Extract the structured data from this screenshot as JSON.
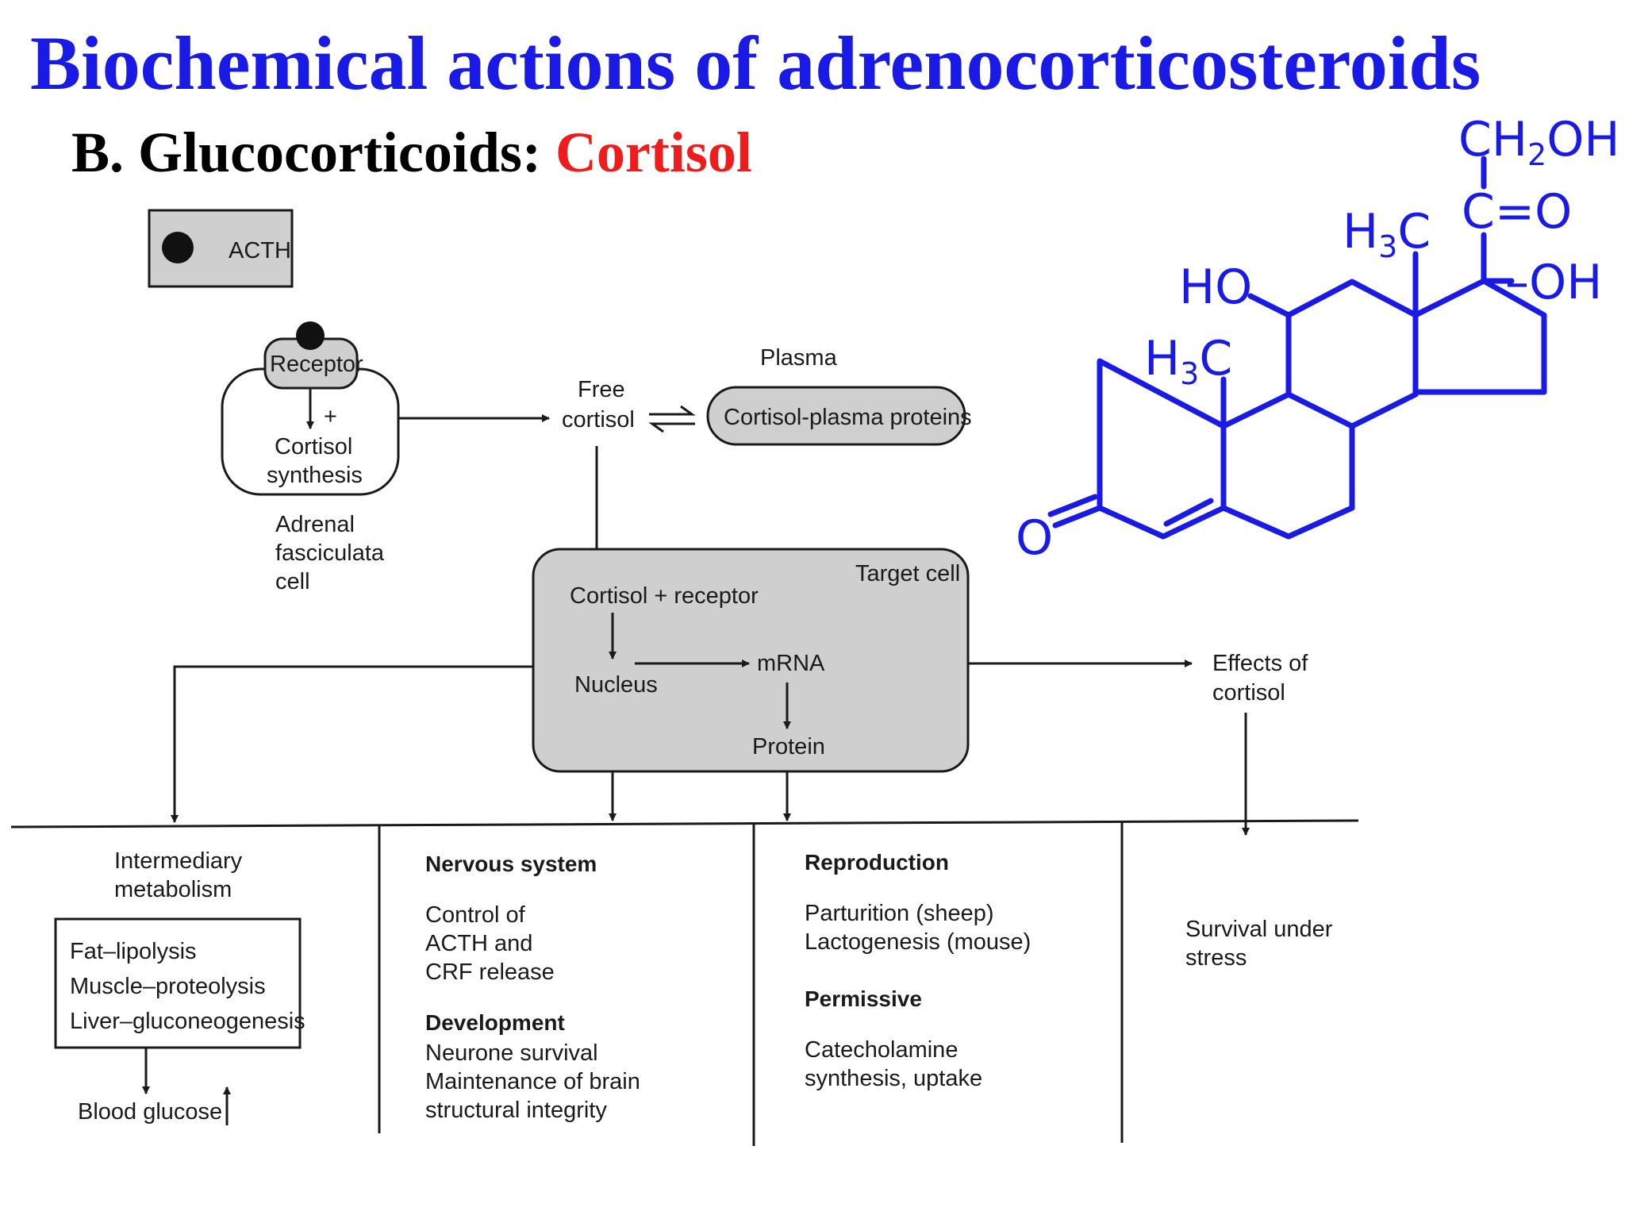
{
  "title": "Biochemical actions of adrenocorticosteroids",
  "subtitle": {
    "prefix": "B. Glucocorticoids: ",
    "highlight": "Cortisol"
  },
  "diagram": {
    "acth_label": "ACTH",
    "receptor_label": "Receptor",
    "plus_sign": "+",
    "cortisol_synthesis": [
      "Cortisol",
      "synthesis"
    ],
    "adrenal_cell": [
      "Adrenal",
      "fasciculata",
      "cell"
    ],
    "free_cortisol": [
      "Free",
      "cortisol"
    ],
    "plasma_label": "Plasma",
    "plasma_proteins": "Cortisol-plasma proteins",
    "target_cell": "Target cell",
    "cortisol_receptor": "Cortisol + receptor",
    "nucleus": "Nucleus",
    "mrna": "mRNA",
    "protein": "Protein",
    "effects": [
      "Effects of",
      "cortisol"
    ],
    "col1": {
      "heading": [
        "Intermediary",
        "metabolism"
      ],
      "box_items": [
        "Fat–lipolysis",
        "Muscle–proteolysis",
        "Liver–gluconeogenesis"
      ],
      "blood_glucose": "Blood glucose"
    },
    "col2": {
      "heading": "Nervous system",
      "items": [
        "Control of",
        "ACTH and",
        "CRF release"
      ],
      "heading2": "Development",
      "items2": [
        "Neurone survival",
        "Maintenance of brain",
        "structural integrity"
      ]
    },
    "col3": {
      "heading": "Reproduction",
      "items": [
        "Parturition (sheep)",
        "Lactogenesis (mouse)"
      ],
      "heading2": "Permissive",
      "items2": [
        "Catecholamine",
        "synthesis, uptake"
      ]
    },
    "col4": {
      "items": [
        "Survival under",
        "stress"
      ]
    }
  },
  "molecule": {
    "ch2oh": [
      "CH",
      "2",
      "OH"
    ],
    "co": "C=O",
    "oh": "–OH",
    "ho": "HO",
    "h3c_top": [
      "H",
      "3",
      "C"
    ],
    "h3c_mid": [
      "H",
      "3",
      "C"
    ],
    "ketone_o": "O"
  },
  "colors": {
    "title_blue": "#1a1ae6",
    "highlight_red": "#ee1c1c",
    "box_gray": "#cfcfcf"
  }
}
